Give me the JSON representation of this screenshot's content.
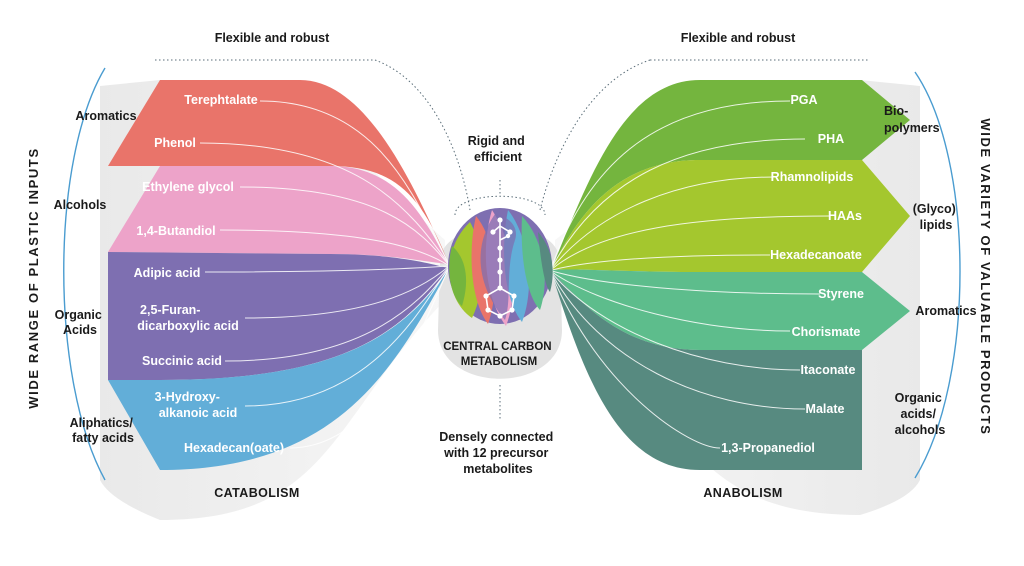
{
  "colors": {
    "aromatics_in": "#e9746a",
    "alcohols_in": "#eda3c9",
    "organic_acids_in": "#7e6fb1",
    "aliphatics_in": "#62aed8",
    "biopolymers_out": "#74b53e",
    "glycolipids_out": "#a4c72e",
    "aromatics_out": "#5dbd8c",
    "organic_acids_out": "#578a80",
    "hub_grey": "#e6e6e6",
    "text_dark": "#1a1a1a"
  },
  "left": {
    "top_label": "Flexible and robust",
    "side_label": "WIDE RANGE OF PLASTIC INPUTS",
    "footer": "CATABOLISM",
    "groups": [
      {
        "name": "Aromatics",
        "items": [
          "Terephtalate",
          "Phenol"
        ]
      },
      {
        "name": "Alcohols",
        "items": [
          "Ethylene glycol",
          "1,4-Butandiol"
        ]
      },
      {
        "name_lines": [
          "Organic",
          "Acids"
        ],
        "items": [
          "Adipic acid",
          "2,5-Furan-",
          "dicarboxylic acid",
          "Succinic acid"
        ]
      },
      {
        "name_lines": [
          "Aliphatics/",
          "fatty acids"
        ],
        "items": [
          "3-Hydroxy-",
          "alkanoic acid",
          "Hexadecan(oate)"
        ]
      }
    ]
  },
  "center": {
    "top_label_lines": [
      "Rigid and",
      "efficient"
    ],
    "core_lines": [
      "CENTRAL CARBON",
      "METABOLISM"
    ],
    "bottom_label_lines": [
      "Densely connected",
      "with 12 precursor",
      "metabolites"
    ]
  },
  "right": {
    "top_label": "Flexible and robust",
    "side_label": "WIDE VARIETY OF VALUABLE PRODUCTS",
    "footer": "ANABOLISM",
    "groups": [
      {
        "name_lines": [
          "Bio-",
          "polymers"
        ],
        "items": [
          "PGA",
          "PHA"
        ]
      },
      {
        "name_lines": [
          "(Glyco)",
          "lipids"
        ],
        "items": [
          "Rhamnolipids",
          "HAAs",
          "Hexadecanoate"
        ]
      },
      {
        "name": "Aromatics",
        "items": [
          "Styrene",
          "Chorismate"
        ]
      },
      {
        "name_lines": [
          "Organic",
          "acids/",
          "alcohols"
        ],
        "items": [
          "Itaconate",
          "Malate",
          "1,3-Propanediol"
        ]
      }
    ]
  }
}
